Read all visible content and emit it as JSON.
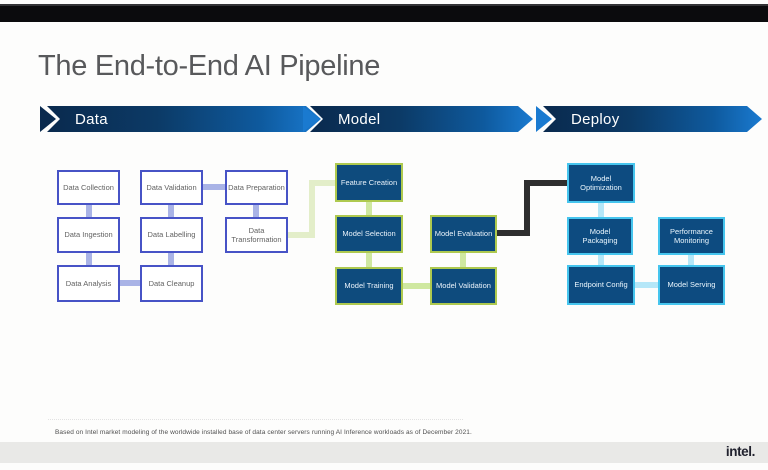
{
  "slide": {
    "title": "The End-to-End AI Pipeline",
    "footnote": "Based on Intel market modeling of the worldwide installed base of data center servers running AI Inference workloads as of December 2021.",
    "logo_text": "intel."
  },
  "banners": {
    "data": "Data",
    "model": "Model",
    "deploy": "Deploy"
  },
  "nodes": {
    "data_collection": "Data Collection",
    "data_validation": "Data Validation",
    "data_preparation": "Data Preparation",
    "data_ingestion": "Data Ingestion",
    "data_labelling": "Data Labelling",
    "data_transformation": "Data\nTransformation",
    "data_analysis": "Data Analysis",
    "data_cleanup": "Data Cleanup",
    "feature_creation": "Feature Creation",
    "model_selection": "Model Selection",
    "model_training": "Model Training",
    "model_evaluation": "Model Evaluation",
    "model_validation": "Model Validation",
    "model_optimization": "Model\nOptimization",
    "model_packaging": "Model\nPackaging",
    "endpoint_config": "Endpoint Config",
    "performance_monitoring": "Performance\nMonitoring",
    "model_serving": "Model Serving"
  },
  "colors": {
    "banner_gradient_start": "#0a2a4e",
    "banner_gradient_end": "#1a7ad0",
    "data_box_border": "#4753c6",
    "data_connector": "#a9b3e6",
    "model_box_fill": "#0e4b7d",
    "model_box_border": "#aec94f",
    "model_connector": "#cfe8a0",
    "transform_connector": "#e3eec9",
    "deploy_box_fill": "#0d4b80",
    "deploy_box_border": "#46c5ee",
    "deploy_connector": "#b5e7f8",
    "handoff_connector": "#2e2e2e"
  }
}
